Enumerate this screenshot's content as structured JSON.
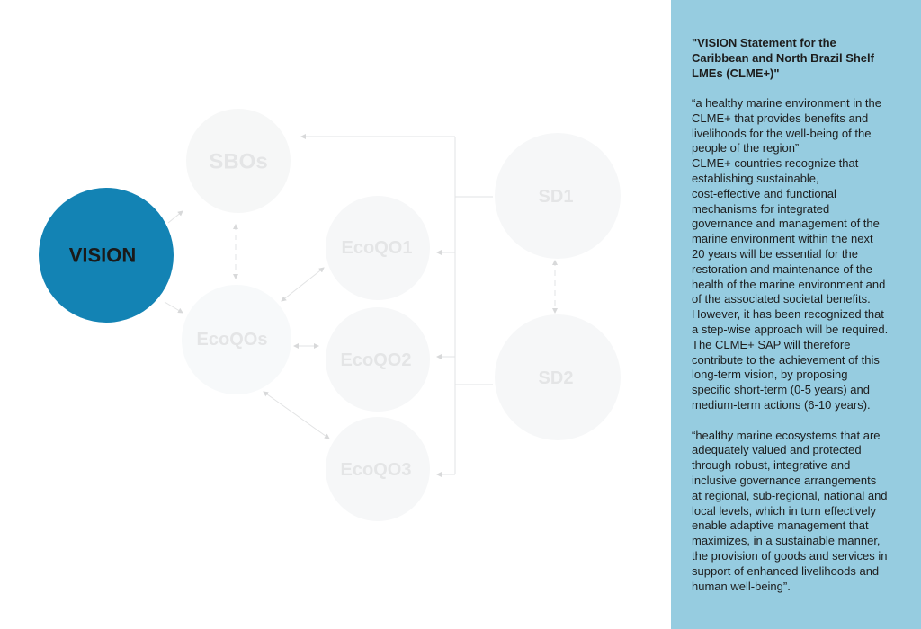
{
  "diagram": {
    "nodes": {
      "vision": "VISION",
      "sbos": "SBOs",
      "ecoqos": "EcoQOs",
      "ecoqo1": "EcoQO1",
      "ecoqo2": "EcoQO2",
      "ecoqo3": "EcoQO3",
      "sd1": "SD1",
      "sd2": "SD2"
    },
    "colors": {
      "vision": "#1383b4",
      "node": "#f6f7f8",
      "line": "#e2e3e4"
    }
  },
  "panel": {
    "title": "\"VISION Statement for the\nCaribbean and North Brazil Shelf\nLMEs (CLME+)\"",
    "body": " “a healthy marine environment in the\nCLME+ that provides benefits and\nlivelihoods for the well-being of the\npeople of the region”\nCLME+ countries recognize that\nestablishing sustainable,\ncost-effective and functional\nmechanisms for integrated\ngovernance and management of the\nmarine environment within the next\n20 years will be essential for the\nrestoration and maintenance of the\nhealth of the marine environment and\nof the associated societal benefits.\nHowever, it has been recognized that\na step-wise approach will be required.\nThe CLME+ SAP will therefore\ncontribute to the achievement of this\nlong-term vision, by proposing\nspecific short-term (0-5 years) and\nmedium-term actions (6-10 years).\n\n“healthy marine ecosystems that are\nadequately valued and protected\nthrough robust, integrative and\ninclusive governance arrangements\nat regional, sub-regional, national and\nlocal levels, which in turn effectively\nenable adaptive management that\nmaximizes, in a sustainable manner,\nthe provision of goods and services in\nsupport of enhanced livelihoods and\nhuman well-being”."
  }
}
